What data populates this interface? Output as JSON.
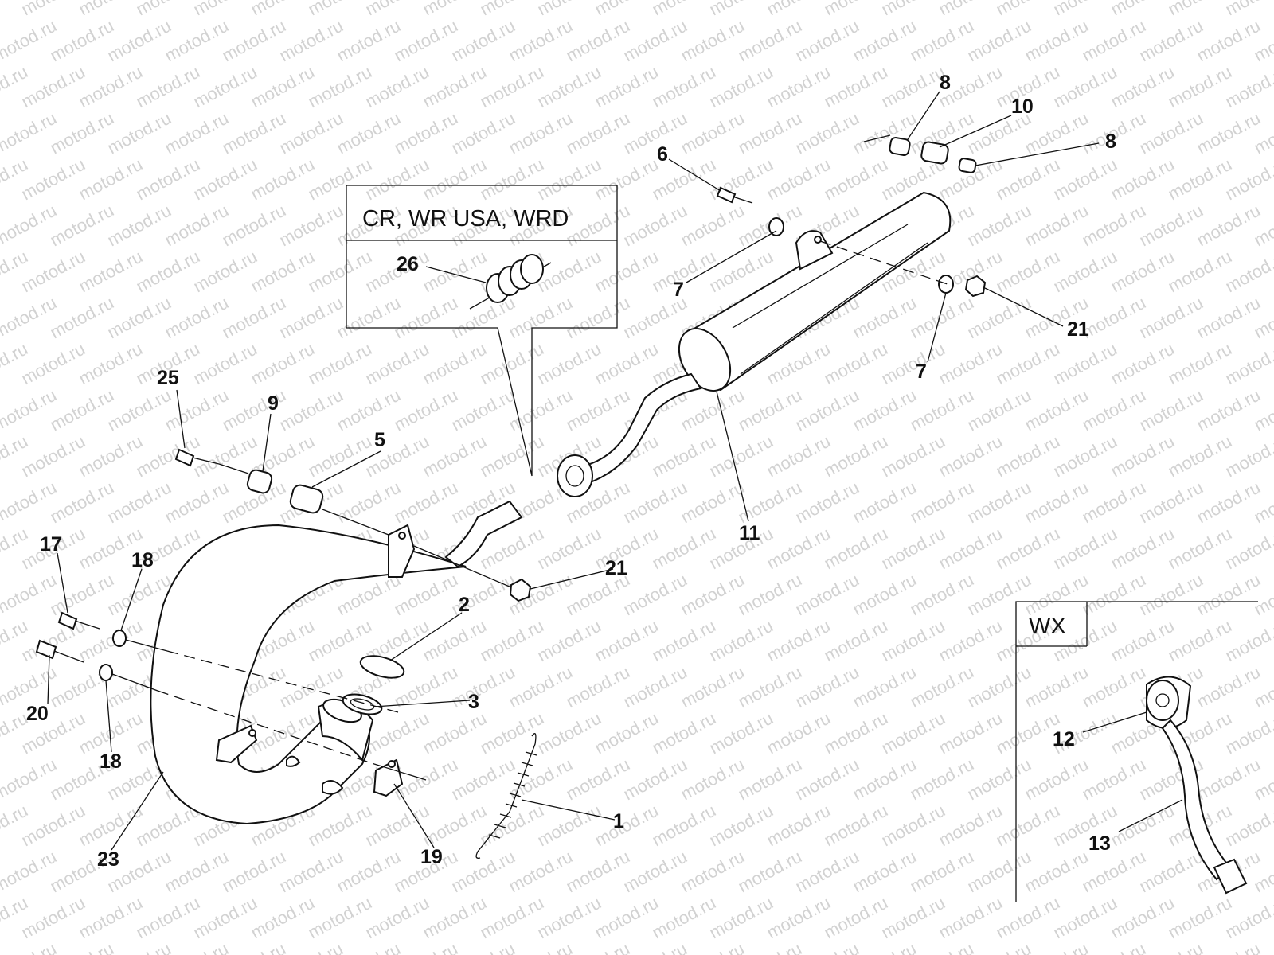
{
  "watermark": "motod.ru",
  "variant_boxes": {
    "upper": {
      "label": "CR, WR USA, WRD"
    },
    "wx": {
      "label": "WX"
    }
  },
  "callouts": [
    {
      "id": "c8a",
      "text": "8"
    },
    {
      "id": "c10",
      "text": "10"
    },
    {
      "id": "c8b",
      "text": "8"
    },
    {
      "id": "c6",
      "text": "6"
    },
    {
      "id": "c7a",
      "text": "7"
    },
    {
      "id": "c21a",
      "text": "21"
    },
    {
      "id": "c7b",
      "text": "7"
    },
    {
      "id": "c11",
      "text": "11"
    },
    {
      "id": "c26",
      "text": "26"
    },
    {
      "id": "c25",
      "text": "25"
    },
    {
      "id": "c9",
      "text": "9"
    },
    {
      "id": "c5",
      "text": "5"
    },
    {
      "id": "c21b",
      "text": "21"
    },
    {
      "id": "c17",
      "text": "17"
    },
    {
      "id": "c18a",
      "text": "18"
    },
    {
      "id": "c2",
      "text": "2"
    },
    {
      "id": "c3",
      "text": "3"
    },
    {
      "id": "c20",
      "text": "20"
    },
    {
      "id": "c18b",
      "text": "18"
    },
    {
      "id": "c1",
      "text": "1"
    },
    {
      "id": "c23",
      "text": "23"
    },
    {
      "id": "c19",
      "text": "19"
    },
    {
      "id": "c12",
      "text": "12"
    },
    {
      "id": "c13",
      "text": "13"
    }
  ]
}
